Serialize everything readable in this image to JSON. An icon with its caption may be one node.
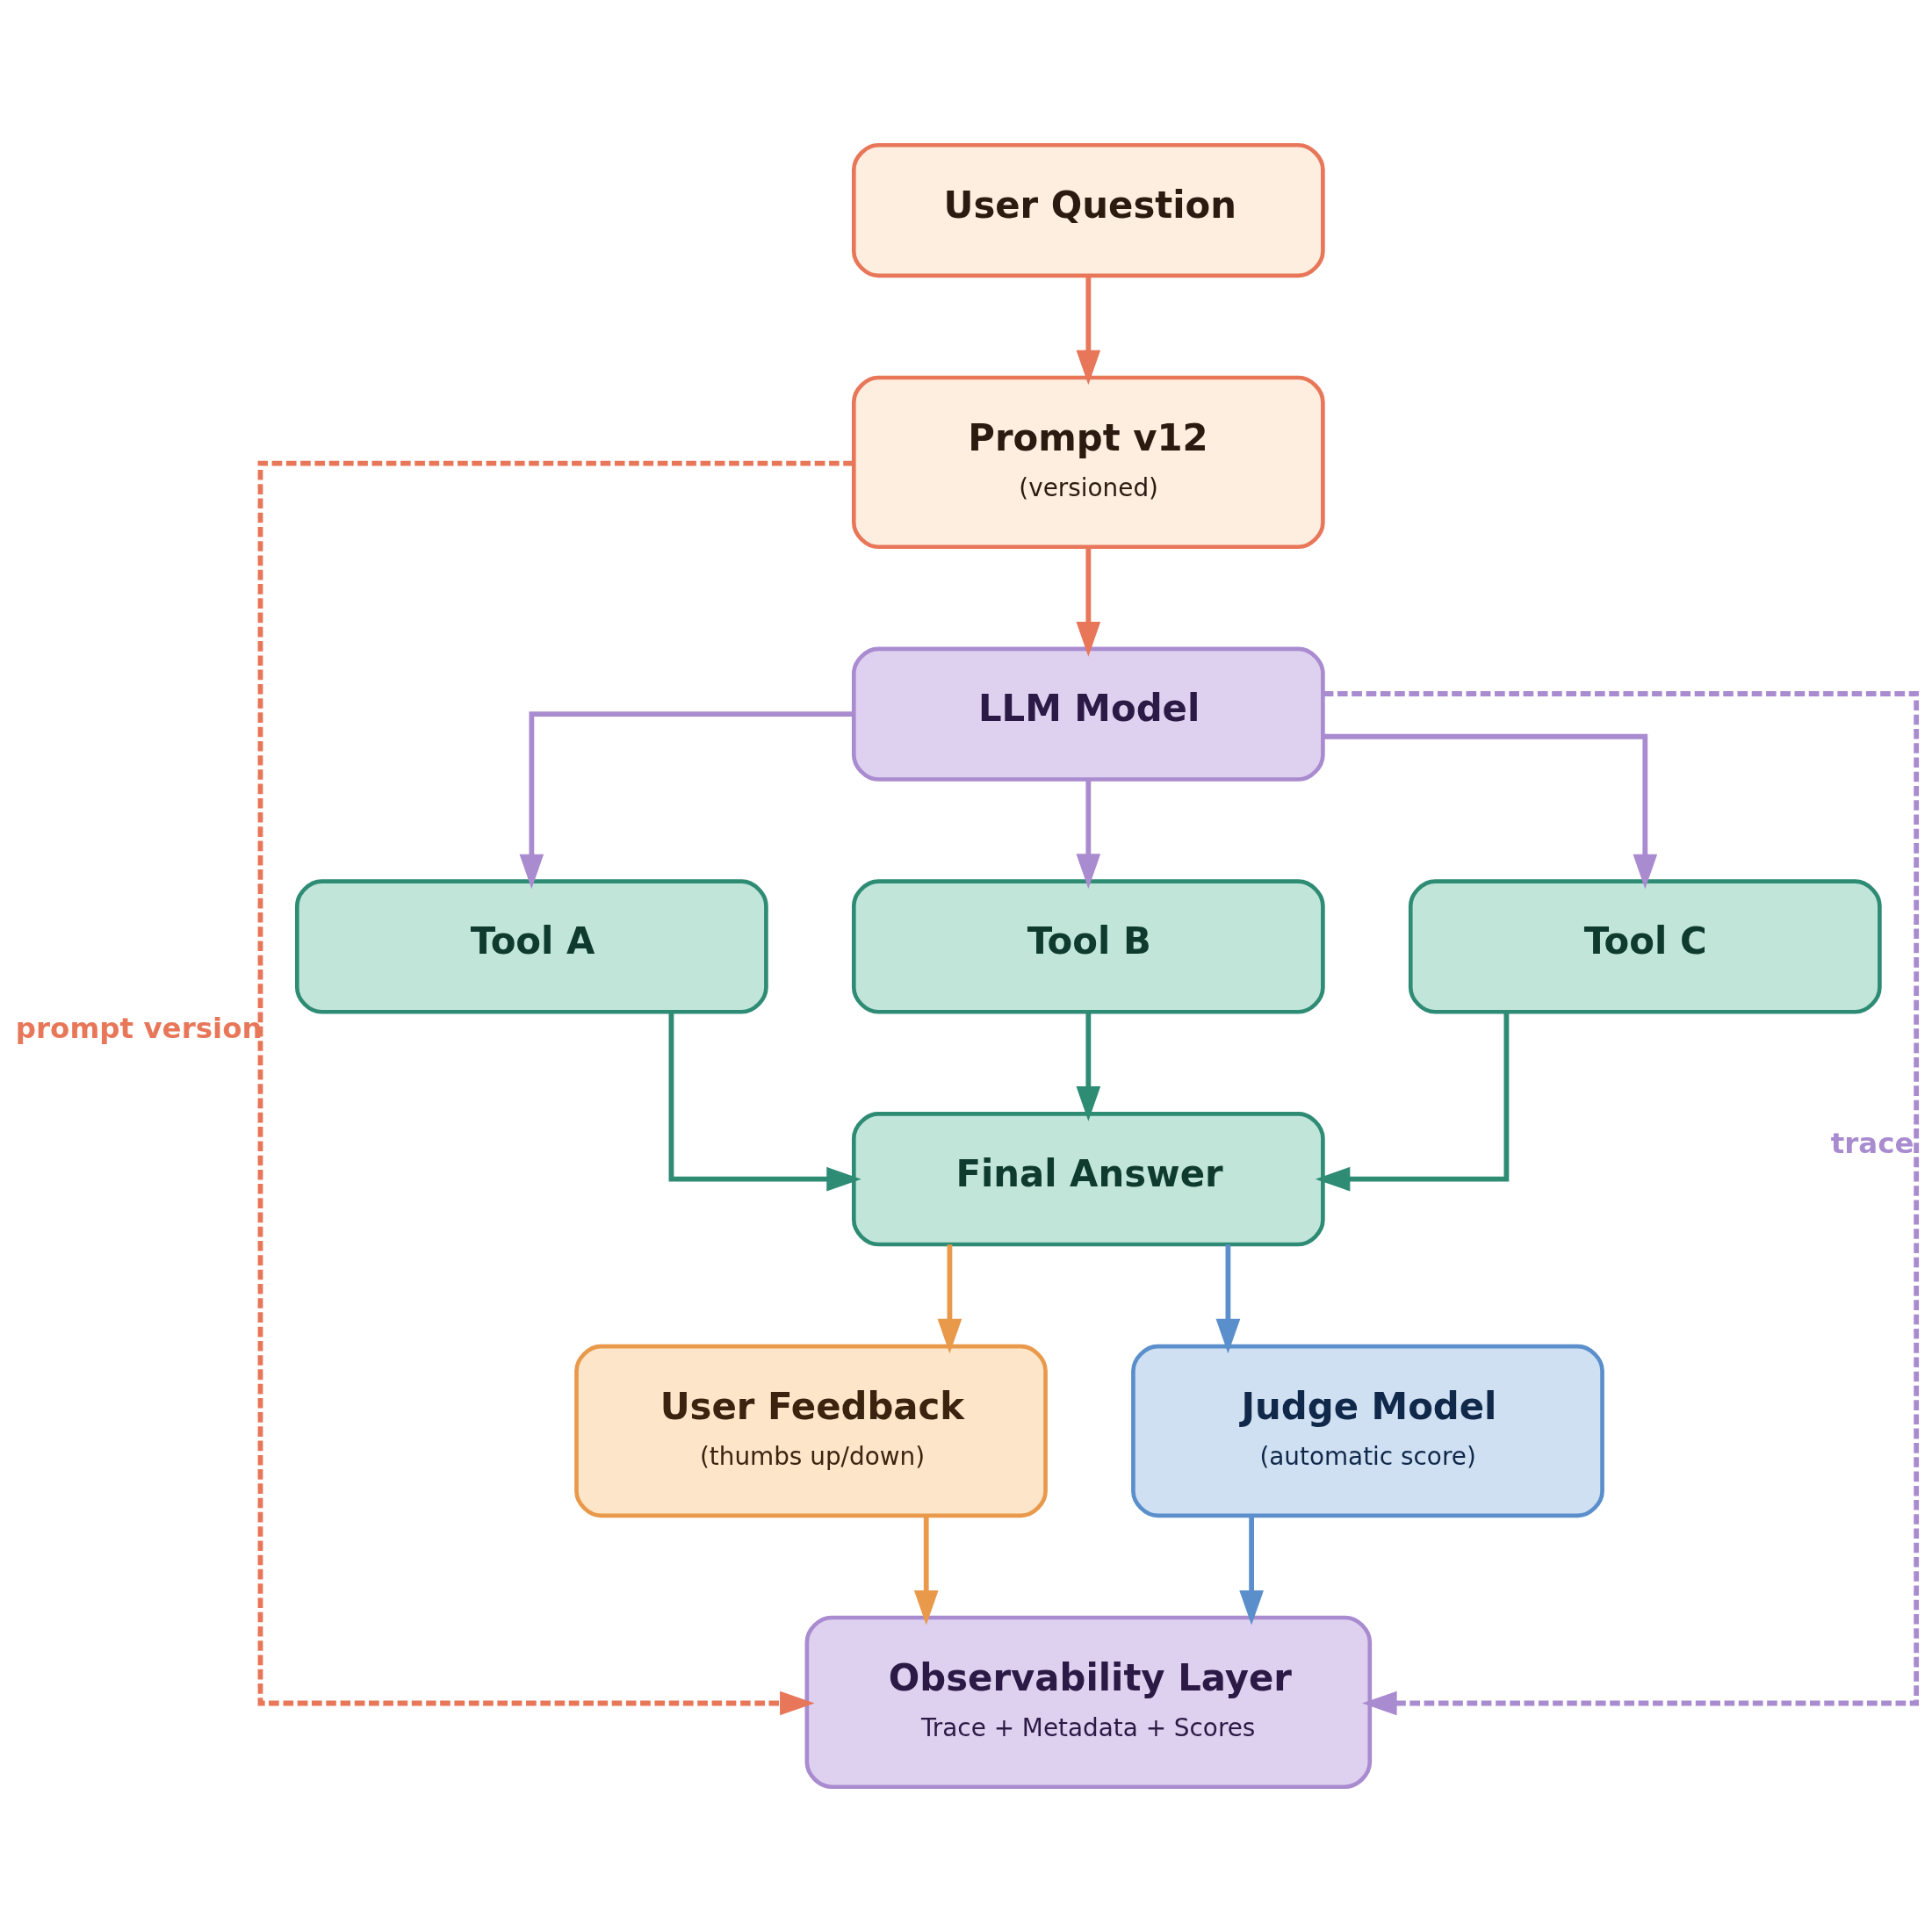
{
  "diagram": {
    "nodes": [
      {
        "text": [
          "User Question"
        ]
      },
      {
        "text": [
          "Prompt v12",
          "(versioned)"
        ]
      },
      {
        "text": [
          "LLM Model"
        ]
      },
      {
        "text": [
          "Tool A"
        ]
      },
      {
        "text": [
          "Tool B"
        ]
      },
      {
        "text": [
          "Tool C"
        ]
      },
      {
        "text": [
          "Final Answer"
        ]
      },
      {
        "text": [
          "User Feedback",
          "(thumbs up/down)"
        ]
      },
      {
        "text": [
          "Judge Model",
          "(automatic score)"
        ]
      },
      {
        "text": [
          "Observability Layer",
          "Trace + Metadata + Scores"
        ]
      }
    ],
    "edges": [
      {
        "from": 0,
        "to": 1,
        "arrow": "to",
        "color": "#e8775a"
      },
      {
        "from": 1,
        "to": 2,
        "arrow": "to",
        "color": "#e8775a"
      },
      {
        "from": 2,
        "to": 3,
        "arrow": "to",
        "color": "#a98bd0"
      },
      {
        "from": 2,
        "to": 4,
        "arrow": "to",
        "color": "#a98bd0"
      },
      {
        "from": 2,
        "to": 5,
        "arrow": "to",
        "color": "#a98bd0"
      },
      {
        "from": 3,
        "to": 6,
        "arrow": "to",
        "color": "#2e8b74"
      },
      {
        "from": 4,
        "to": 6,
        "arrow": "to",
        "color": "#2e8b74"
      },
      {
        "from": 5,
        "to": 6,
        "arrow": "to",
        "color": "#2e8b74"
      },
      {
        "from": 6,
        "to": 7,
        "arrow": "to",
        "color": "#e8994a"
      },
      {
        "from": 6,
        "to": 8,
        "arrow": "to",
        "color": "#5b8fcc"
      },
      {
        "from": 7,
        "to": 9,
        "arrow": "to",
        "color": "#e8994a"
      },
      {
        "from": 8,
        "to": 9,
        "arrow": "to",
        "color": "#5b8fcc"
      },
      {
        "from": 1,
        "to": 9,
        "arrow": "to",
        "label": "prompt version",
        "style": "dashed",
        "color": "#e8775a"
      },
      {
        "from": 2,
        "to": 9,
        "arrow": "to",
        "label": "trace",
        "style": "dashed",
        "color": "#a98bd0"
      }
    ]
  }
}
